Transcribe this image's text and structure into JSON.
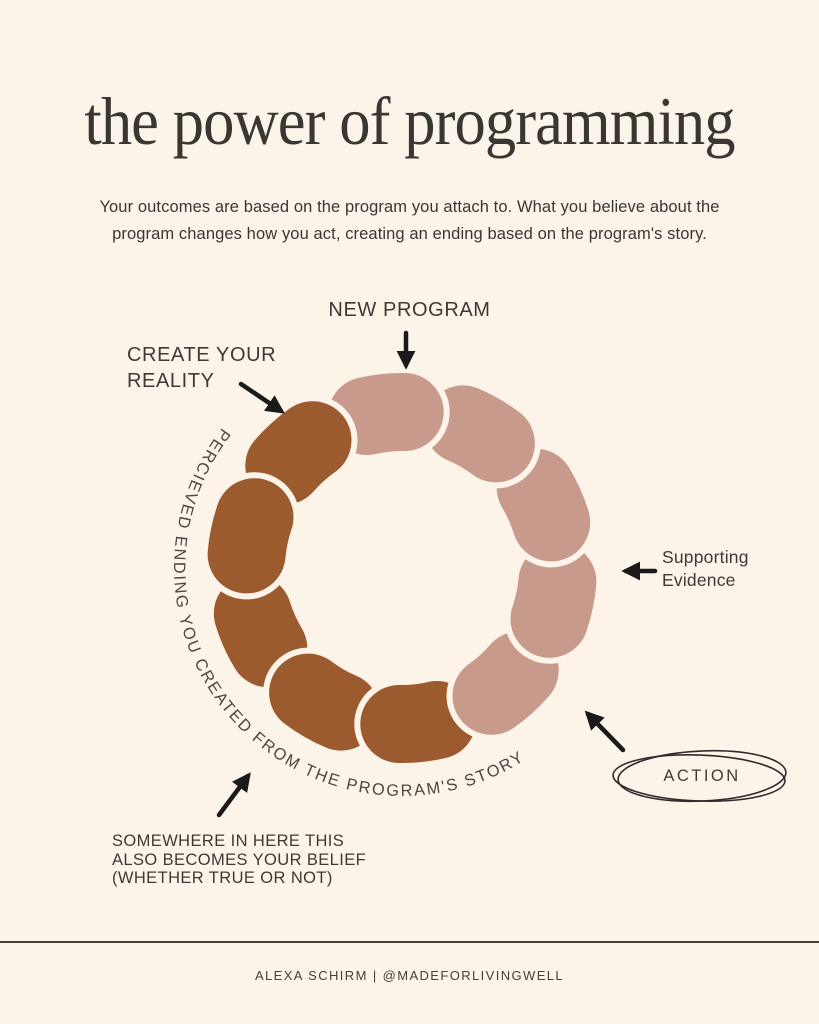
{
  "colors": {
    "bg": "#fcf3e9",
    "mauve": "#c79a8c",
    "brown": "#9c5a2f",
    "ink": "#3a3733",
    "label": "#3d3a36",
    "curved": "#4b4742",
    "arrow": "#1a1a1a",
    "line": "#454039"
  },
  "header": {
    "title": "the power of programming",
    "subtitle_line1": "Your outcomes are based on the program you attach to. What you believe about the",
    "subtitle_line2": "program changes how you act, creating an ending based on the program's story."
  },
  "diagram": {
    "ring": {
      "segments_total": 10,
      "mauve_segments": 5,
      "brown_segments": 5,
      "flow": "clockwise cycle of overlapping comma-shaped segments"
    },
    "labels": {
      "new_program": "NEW PROGRAM",
      "create_reality_line1": "CREATE YOUR",
      "create_reality_line2": "REALITY",
      "supporting_line1": "Supporting",
      "supporting_line2": "Evidence",
      "action": "ACTION",
      "belief_line1": "SOMEWHERE IN HERE THIS",
      "belief_line2": "ALSO BECOMES YOUR BELIEF",
      "belief_line3": "(WHETHER TRUE OR NOT)",
      "curved_text": "PERCIEVED ENDING YOU CREATED FROM THE PROGRAM'S STORY"
    }
  },
  "footer": {
    "credit": "ALEXA SCHIRM | @MADEFORLIVINGWELL"
  }
}
